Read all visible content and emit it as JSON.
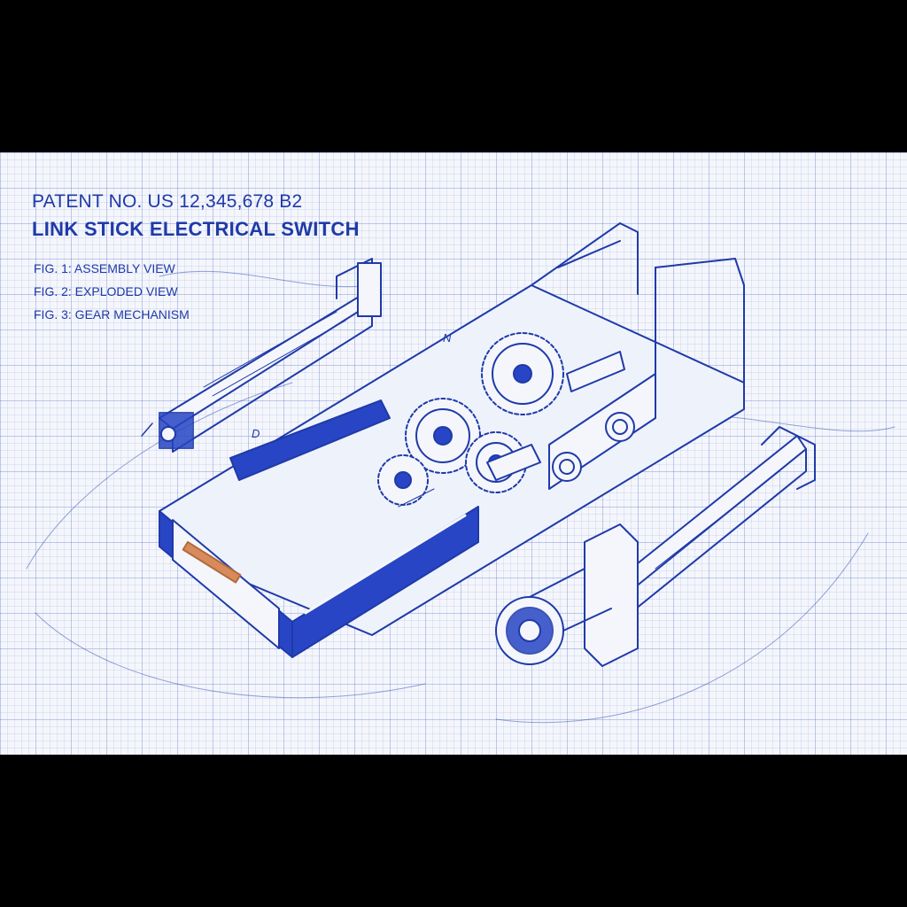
{
  "header": {
    "patent_number": "PATENT NO. US 12,345,678 B2",
    "title": "LINK STICK ELECTRICAL SWITCH"
  },
  "figures": [
    {
      "label": "FIG. 1: ASSEMBLY VIEW"
    },
    {
      "label": "FIG. 2: EXPLODED VIEW"
    },
    {
      "label": "FIG. 3: GEAR MECHANISM"
    }
  ],
  "annotations": {
    "marker_n": "N",
    "marker_d": "D"
  },
  "colors": {
    "ink": "#1f3aa8",
    "fill": "#2745c4",
    "paper": "#f4f6fb",
    "accent_pin": "#d98a5a"
  }
}
